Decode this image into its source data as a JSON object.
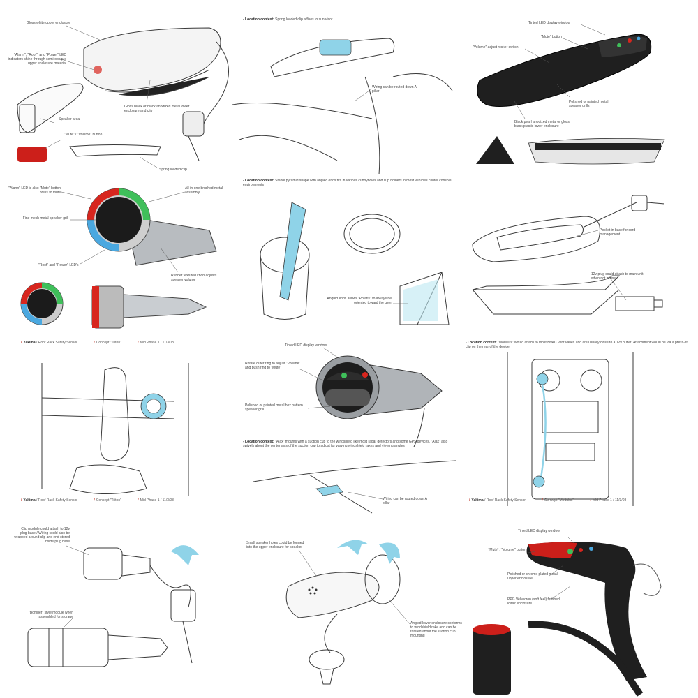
{
  "colors": {
    "sketch_line": "#3a3a3a",
    "accent_blue": "#8fd3e8",
    "alarm_red": "#d7261e",
    "led_green": "#3fbf5a",
    "led_blue": "#4aa8e0",
    "body_dark": "#1f1f1f",
    "metal": "#a9adb1"
  },
  "panel1": {
    "a1": "Gloss white upper enclosure",
    "a2": "\"Alarm\", \"Roof\", and \"Power\" LED indicators shine through semi-opaque upper enclosure material",
    "a3": "Gloss black or black anodized metal lower enclosure and clip",
    "a4": "Speaker area",
    "a5": "\"Mute\" / \"Volume\" button",
    "a6": "Spring loaded clip"
  },
  "panel2": {
    "context_label": "- Location context:",
    "context_text": "Spring loaded clip affixes to sun visor",
    "a1": "Wiring can be routed down A pillar"
  },
  "panel3": {
    "a1": "Tinted LED display window",
    "a2": "\"Mute\" button",
    "a3": "\"Volume\" adjust rocker switch",
    "a4": "Polished or painted metal speaker grills",
    "a5": "Black pearl anodized metal or gloss black plastic lower enclosure"
  },
  "panel4": {
    "a1": "\"Alarm\" LED is also \"Mute\" button / press to mute",
    "a2": "All-in-one brushed metal assembly",
    "a3": "Fine mesh metal speaker grill",
    "a4": "\"Roof\" and \"Power\" LED's",
    "a5": "Rubber textured knob adjusts speaker volume",
    "footer": {
      "brand": "Yakima",
      "product": "/ Roof Rack Safety Sensor",
      "concept": "Concept \"Triton\"",
      "phase": "Mid Phase 1 / 11/3/08"
    }
  },
  "panel5": {
    "context_label": "- Location context:",
    "context_text": "Stable pyramid shape with angled ends fits in various cubbyholes and cup holders in most vehicles center console environments",
    "a1": "Angled ends allows \"Polaris\" to always be oriented toward the user"
  },
  "panel6": {
    "a1": "Pocket in base for cord management",
    "a2": "12v plug could attach to main unit when not in use"
  },
  "panel7": {
    "footer": {
      "brand": "Yakima",
      "product": "/ Roof Rack Safety Sensor",
      "concept": "Concept \"Triton\"",
      "phase": "Mid Phase 1 / 11/3/08"
    }
  },
  "panel8": {
    "a1": "Tinted LED display window",
    "a2": "Rotate outer ring to adjust \"Volume\" and push ring to \"Mute\"",
    "a3": "Polished or painted metal hex pattern speaker grill",
    "context_label": "- Location context:",
    "context_text": "\"Ajax\" mounts with a suction cup to the windshield like most radar detectors and some GPS devices. \"Ajax\" also swivels about the center axis of the suction cup to adjust for varying windshield rakes and viewing angles",
    "a4": "Wiring can be routed down A pillar"
  },
  "panel9": {
    "context_label": "- Location context:",
    "context_text": "\"Modulus\" would attach to most HVAC vent vanes and are usually close to a 12v outlet. Attachment would be via a press-fit clip on the rear of the device",
    "footer": {
      "brand": "Yakima",
      "product": "/ Roof Rack Safety Sensor",
      "concept": "Concept \"Modulus\"",
      "phase": "Mid Phase 1 / 11/3/08"
    }
  },
  "panel10": {
    "a1": "Clip module could attach to 12v plug base / Wiring could also be wrapped around clip and end stored inside plug base",
    "a2": "\"Bomber\" style module when assembled for storage"
  },
  "panel11": {
    "a1": "Small speaker holes could be formed into the upper enclosure for speaker",
    "a2": "Angled lower enclosure conforms to windshield rake and can be rotated about the suction cup mounting"
  },
  "panel12": {
    "a1": "Tinted LED display window",
    "a2": "\"Mute\" / \"Volume\" button",
    "a3": "Polished or chrome plated metal upper enclosure",
    "a4": "PPG Velvecron (soft feel) finished lower enclosure"
  }
}
